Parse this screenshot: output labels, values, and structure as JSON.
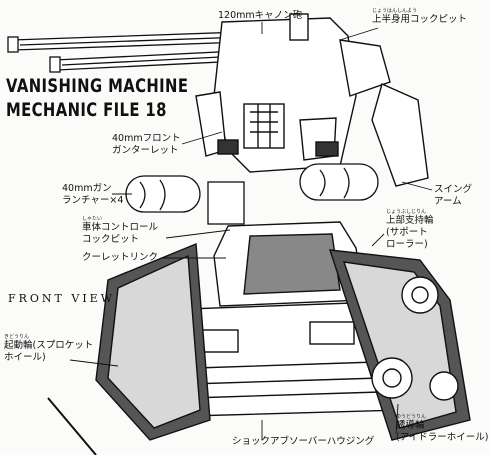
{
  "title": {
    "line1": "VANISHING MACHINE",
    "line2": "MECHANIC FILE 18"
  },
  "view_label": "FRONT VIEW",
  "callouts": {
    "cannon": {
      "text": "120mmキャノン砲"
    },
    "cockpit_upper": {
      "ruby": "じょうはんしんよう",
      "text": "上半身用コックピット"
    },
    "front_turret": {
      "line1": "40mmフロント",
      "line2": "ガンターレット"
    },
    "gun_launcher": {
      "line1": "40mmガン",
      "line2": "ランチャー×4"
    },
    "body_cockpit": {
      "ruby": "しゃたい",
      "line1": "車体コントロール",
      "line2": "コックピット"
    },
    "turret_link": {
      "text": "クーレットリンク"
    },
    "swing_arm": {
      "line1": "スイング",
      "line2": "アーム"
    },
    "support_wheel": {
      "ruby": "じょうぶしじりん",
      "line1": "上部支持輪",
      "line2": "(サポート",
      "line3": "ローラー)"
    },
    "sprocket": {
      "ruby": "きどうりん",
      "line1": "起動輪(スプロケット",
      "line2": "ホイール)"
    },
    "shock_housing": {
      "text": "ショックアブソーバーハウジング"
    },
    "idler": {
      "ruby": "ゆうどうりん",
      "line1": "誘導輪",
      "line2": "(アイドラーホイール)"
    }
  }
}
